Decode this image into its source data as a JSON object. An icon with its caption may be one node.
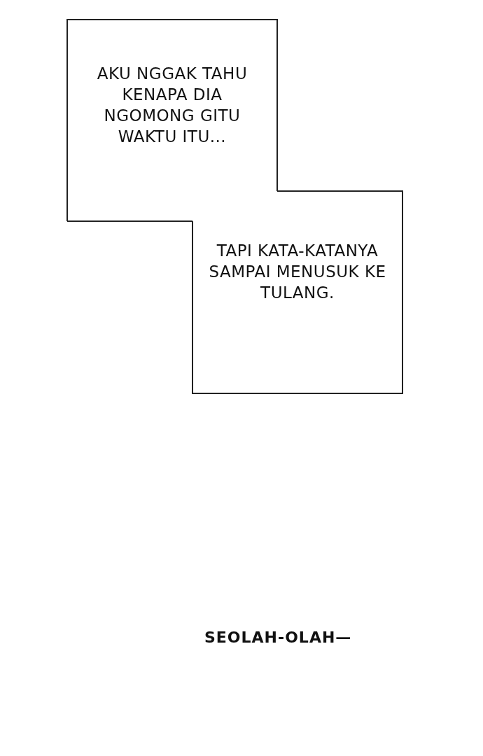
{
  "diagram": {
    "nodes": [
      {
        "text": [
          "AKU NGGAK TAHU KENAPA DIA NGOMONG GITU WAKTU ITU..."
        ]
      },
      {
        "text": [
          "TAPI KATA-KATANYA SAMPAI MENUSUK KE TULANG."
        ]
      }
    ],
    "labels": [
      "SEOLAH-OLAH—"
    ]
  }
}
